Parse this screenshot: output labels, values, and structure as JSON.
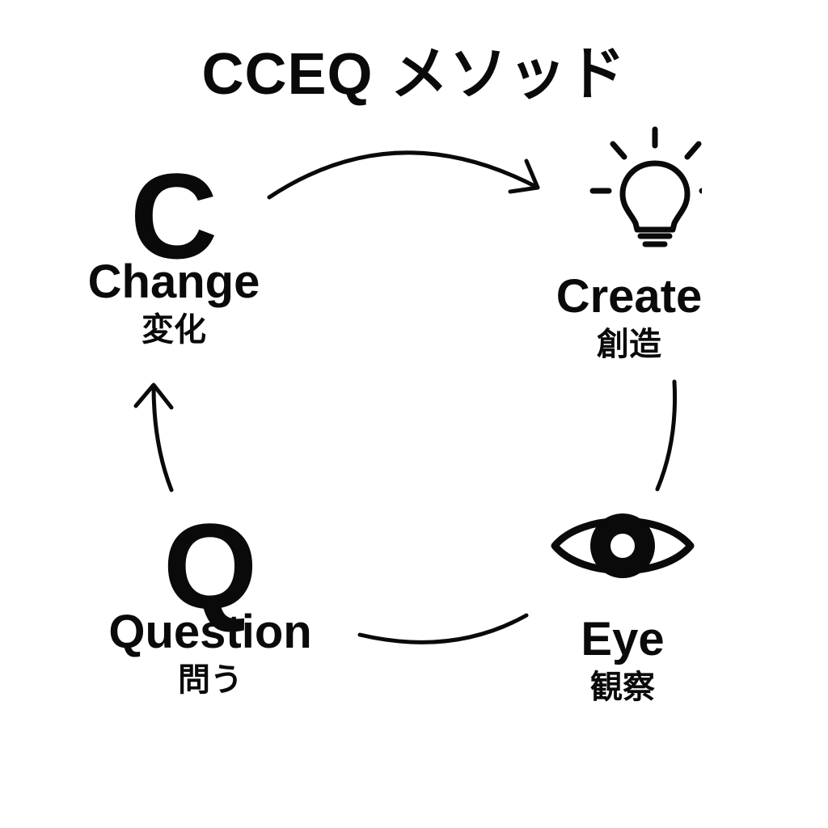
{
  "title": "CCEQ メソッド",
  "nodes": {
    "change": {
      "letter": "C",
      "label": "Change",
      "jp": "変化"
    },
    "create": {
      "icon": "lightbulb-icon",
      "label": "Create",
      "jp": "創造"
    },
    "eye": {
      "icon": "eye-icon",
      "label": "Eye",
      "jp": "観察"
    },
    "question": {
      "letter": "Q",
      "label": "Question",
      "jp": "問う"
    }
  },
  "cycle_order": [
    "Change",
    "Create",
    "Eye",
    "Question"
  ],
  "colors": {
    "foreground": "#0a0a0a",
    "background": "#ffffff"
  }
}
